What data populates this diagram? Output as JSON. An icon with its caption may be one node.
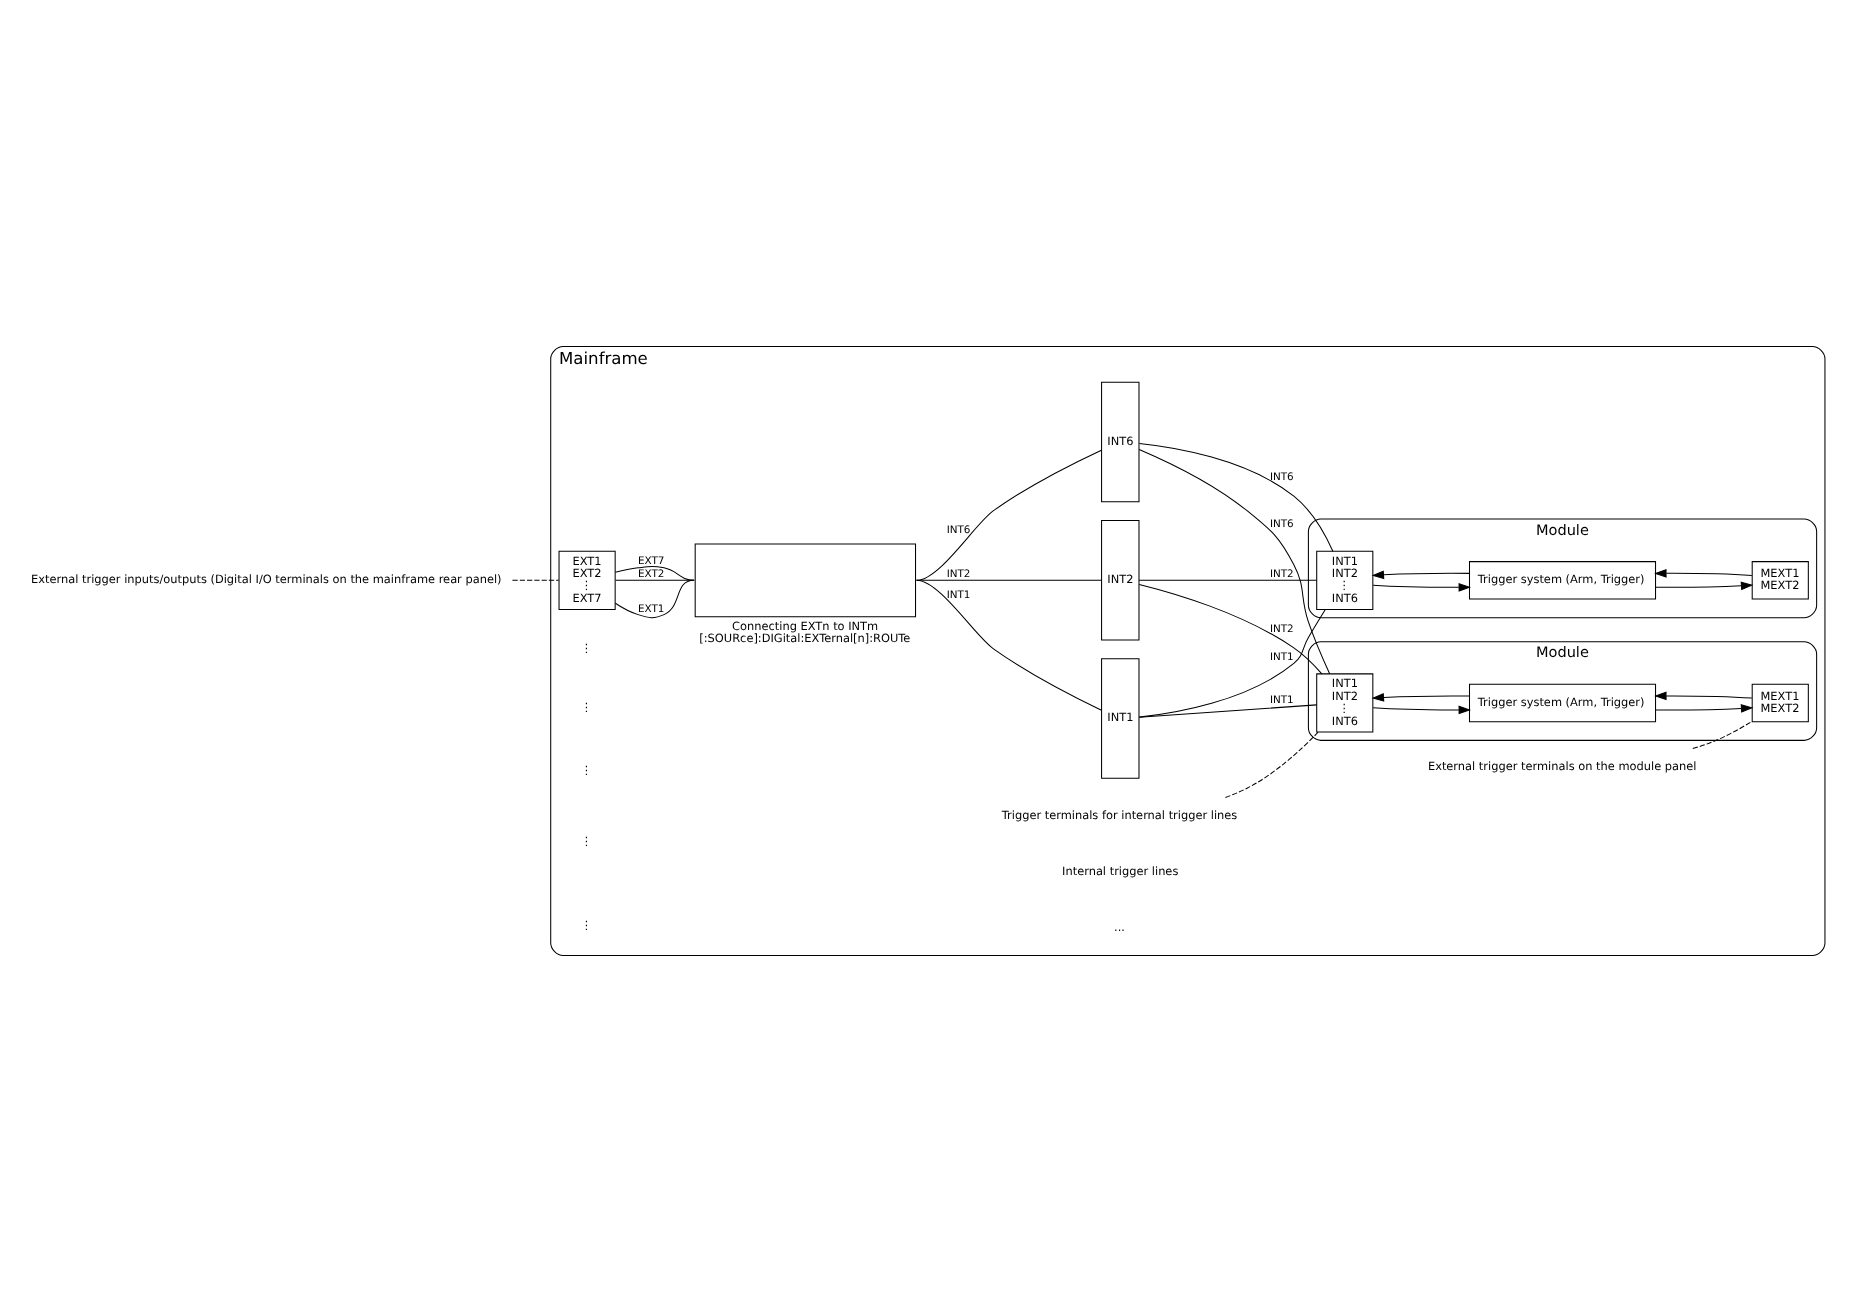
{
  "diagram": {
    "nodes": [
      {
        "text": [
          "Mainframe"
        ]
      },
      {
        "text": [
          "INT1"
        ],
        "in": 0
      },
      {
        "text": [
          "INT2"
        ],
        "in": 0
      },
      {
        "text": [
          "INT6"
        ],
        "in": 0
      },
      {
        "text": [
          "Module"
        ],
        "in": 0
      },
      {
        "text": [
          "INT1",
          "INT2",
          "⋮",
          "INT6"
        ],
        "in": 4
      },
      {
        "text": [
          "Trigger system (Arm, Trigger)"
        ],
        "in": 4
      },
      {
        "text": [
          "MEXT1",
          "MEXT2"
        ],
        "in": 4
      },
      {
        "text": [
          "Module"
        ],
        "in": 0
      },
      {
        "text": [
          "INT1",
          "INT2",
          "⋮",
          "INT6"
        ],
        "in": 8
      },
      {
        "text": [
          "Trigger system (Arm, Trigger)"
        ],
        "in": 8
      },
      {
        "text": [
          "MEXT1",
          "MEXT2"
        ],
        "in": 8
      },
      {
        "text": [
          "EXT1",
          "EXT2",
          "⋮",
          "EXT7"
        ],
        "in": 0
      },
      {
        "text": [],
        "shape": "box",
        "in": 0,
        "beside": [
          "Connecting EXTn to INTm",
          "[:SOURce]:DIGital:EXTernal[n]:ROUTe"
        ]
      },
      {
        "text": [
          "Trigger terminals for internal trigger lines"
        ],
        "in": 0
      },
      {
        "text": [
          "External trigger terminals on the module panel"
        ],
        "in": 0
      },
      {
        "text": [
          "External trigger inputs/outputs (Digital I/O terminals on the mainframe rear panel)"
        ]
      }
    ],
    "edges": [
      {
        "from": 1,
        "to": 5,
        "arrow": "none",
        "label": "INT1"
      },
      {
        "from": 2,
        "to": 5,
        "arrow": "none",
        "label": "INT2"
      },
      {
        "from": 3,
        "to": 5,
        "arrow": "none",
        "label": "INT6"
      },
      {
        "from": 6,
        "to": 5,
        "arrow": "to"
      },
      {
        "from": 5,
        "to": 6,
        "arrow": "to"
      },
      {
        "from": 7,
        "to": 6,
        "arrow": "to"
      },
      {
        "from": 6,
        "to": 7,
        "arrow": "to"
      },
      {
        "from": 1,
        "to": 9,
        "arrow": "none",
        "label": "INT1"
      },
      {
        "from": 2,
        "to": 9,
        "arrow": "none",
        "label": "INT2"
      },
      {
        "from": 3,
        "to": 9,
        "arrow": "none",
        "label": "INT6"
      },
      {
        "from": 10,
        "to": 9,
        "arrow": "to"
      },
      {
        "from": 9,
        "to": 10,
        "arrow": "to"
      },
      {
        "from": 11,
        "to": 10,
        "arrow": "to"
      },
      {
        "from": 10,
        "to": 11,
        "arrow": "to"
      },
      {
        "from": 12,
        "to": 13,
        "arrow": "none",
        "label": "EXT1"
      },
      {
        "from": 12,
        "to": 13,
        "arrow": "none",
        "label": "EXT2"
      },
      {
        "from": 12,
        "to": 13,
        "arrow": "none",
        "label": "EXT7"
      },
      {
        "from": 13,
        "to": 1,
        "arrow": "none",
        "label": "INT1"
      },
      {
        "from": 13,
        "to": 2,
        "arrow": "none",
        "label": "INT2"
      },
      {
        "from": 13,
        "to": 3,
        "arrow": "none",
        "label": "INT6"
      },
      {
        "from": 14,
        "to": 9,
        "arrow": "none",
        "style": "dashed"
      },
      {
        "from": 15,
        "to": 11,
        "arrow": "none",
        "style": "dashed"
      },
      {
        "from": 16,
        "to": 12,
        "arrow": "none",
        "style": "dashed"
      }
    ],
    "labels": [
      "Internal trigger lines",
      "...",
      "⋮",
      "⋮",
      "⋮",
      "⋮",
      "⋮"
    ]
  }
}
